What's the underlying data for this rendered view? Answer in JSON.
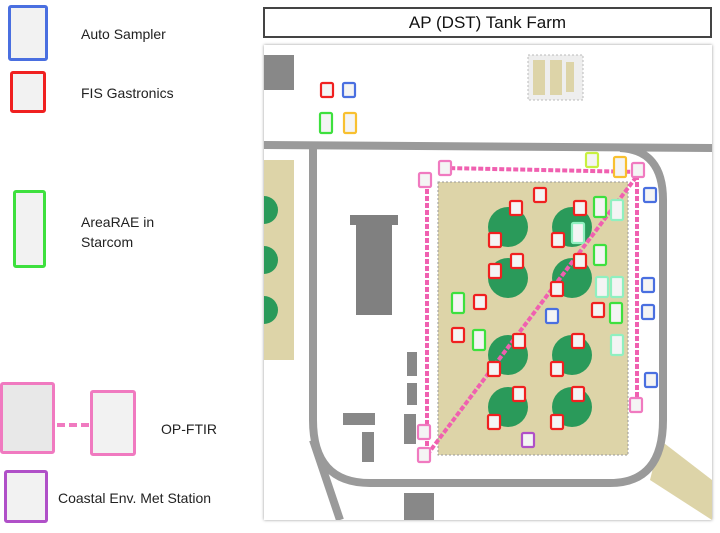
{
  "title": "AP (DST) Tank Farm",
  "legend": [
    {
      "label": "Auto Sampler",
      "color": "#4a6fe0",
      "icon": "auto-sampler-icon"
    },
    {
      "label": "FIS Gastronics",
      "color": "#f02020",
      "icon": "gas-detector-icon"
    },
    {
      "label_line1": "AreaRAE in",
      "label_line2": "Starcom",
      "color": "#3ee03e",
      "icon": "arearae-monitor-icon"
    },
    {
      "label": "OP-FTIR",
      "color": "#f07ac0",
      "icon": "op-ftir-tripod-icon"
    },
    {
      "label": "Coastal Env. Met Station",
      "color": "#b050c8",
      "icon": "met-station-icon"
    }
  ],
  "colors": {
    "road": "#9a9a9a",
    "tank_farm": "#ddd4a8",
    "tank": "#2a9a5a",
    "building": "#808080",
    "ftir_path": "#f060b0",
    "radio": "#90f0c0",
    "yellow": "#f8c030",
    "lime": "#c8f040"
  }
}
